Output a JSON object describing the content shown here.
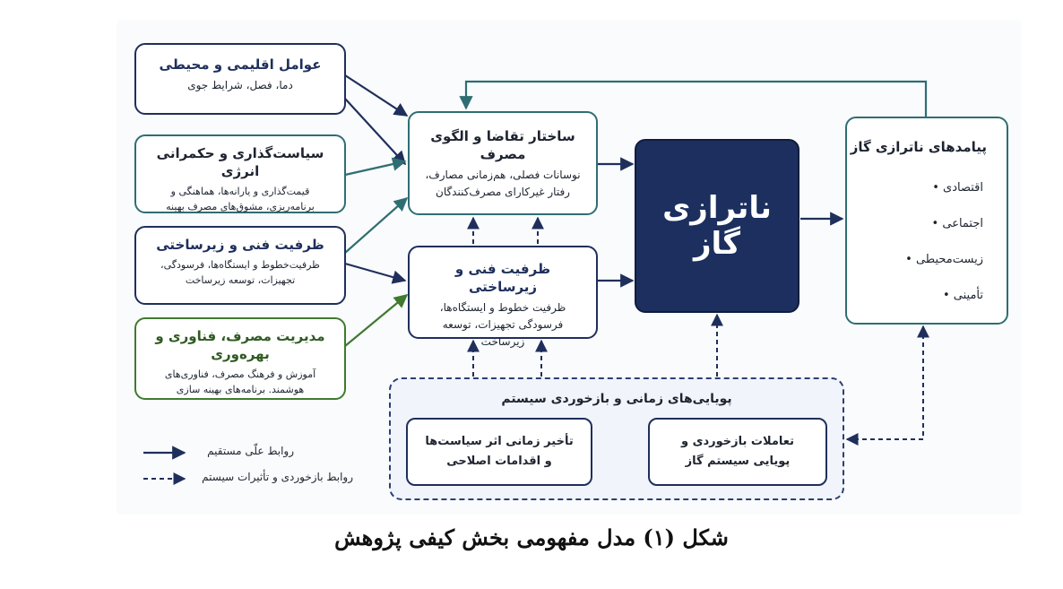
{
  "boxes": {
    "climate": {
      "title": "عوامل اقلیمی و محیطی",
      "desc": "دما، فصل، شرایط جوی"
    },
    "policy": {
      "title": "سیاست‌گذاری و حکمرانی انرژی",
      "desc": "قیمت‌گذاری و یارانه‌ها، هماهنگی و برنامه‌ریزی، مشوق‌های مصرف بهینه"
    },
    "capacity_left": {
      "title": "ظرفیت فنی و زیرساختی",
      "desc": "ظرفیت‌خطوط و ایستگاه‌ها، فرسودگی، تجهیزات، توسعه زیرساخت"
    },
    "management": {
      "title": "مدیریت مصرف، فناوری و بهره‌وری",
      "desc": "آموزش و فرهنگ مصرف، فناوری‌های هوشمند. برنامه‌های بهینه سازی"
    },
    "demand": {
      "title": "ساختار تقاضا و الگوی مصرف",
      "desc": "نوسانات فصلی، هم‌زمانی مصارف، رفتار غیرکارای مصرف‌کنندگان"
    },
    "capacity_mid": {
      "title": "ظرفیت فنی و زیرساختی",
      "desc": "ظرفیت خطوط و ایستگاه‌ها، فرسودگی تجهیزات، توسعه زیرساخت"
    },
    "core": {
      "title": "ناترازی گاز"
    },
    "outcomes": {
      "title": "پیامدهای ناترازی گاز",
      "items": [
        "اقتصادی",
        "اجتماعی",
        "زیست‌محیطی",
        "تأمینی"
      ]
    }
  },
  "dynamics": {
    "title": "پویایی‌های زمانی و بازخوردی سیستم",
    "delay": "تأخیر زمانی اثر سیاست‌ها\nو اقدامات اصلاحی",
    "feedback": "تعاملات بازخوردی و\nپویایی سیستم گاز"
  },
  "legend": {
    "direct": "روابط علّی مستقیم",
    "feedback": "روابط بازخوردی و تأثیرات سیستم"
  },
  "caption": "شکل (۱) مدل مفهومی بخش کیفی پژوهش",
  "colors": {
    "navy": "#1f2f5c",
    "teal": "#2e6e73",
    "green": "#3f7a2e",
    "core_fill": "#1c2f5e"
  }
}
